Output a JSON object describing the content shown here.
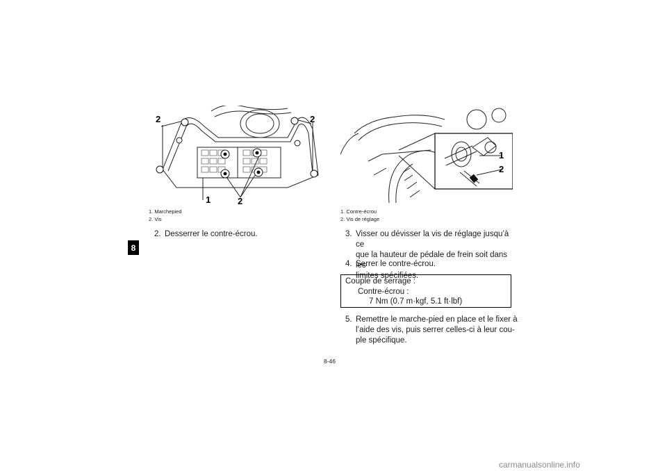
{
  "section_tab": "8",
  "figure_left": {
    "callouts": [
      "2",
      "2",
      "1",
      "2"
    ],
    "caption": [
      "1. Marchepied",
      "2. Vis"
    ]
  },
  "figure_right": {
    "callouts": [
      "1",
      "2"
    ],
    "caption": [
      "1. Contre-écrou",
      "2. Vis de réglage"
    ]
  },
  "steps": [
    {
      "num": "2.",
      "text": "Desserrer le contre-écrou."
    },
    {
      "num": "3.",
      "lines": [
        "Visser ou dévisser la vis de réglage jusqu’à ce",
        "que la hauteur de pédale de frein soit dans les",
        "limites spécifiées."
      ]
    },
    {
      "num": "4.",
      "text": "Serrer le contre-écrou."
    },
    {
      "num": "5.",
      "lines": [
        "Remettre le marche-pied en place et le fixer à",
        "l’aide des vis, puis serrer celles-ci à leur cou-",
        "ple spécifique."
      ]
    }
  ],
  "spec_box": {
    "title": "Couple de serrage :",
    "item": "Contre-écrou :",
    "value": "7 Nm (0.7 m·kgf, 5.1 ft·lbf)"
  },
  "page_number": "8-46",
  "watermark": "carmanualsonline.info"
}
